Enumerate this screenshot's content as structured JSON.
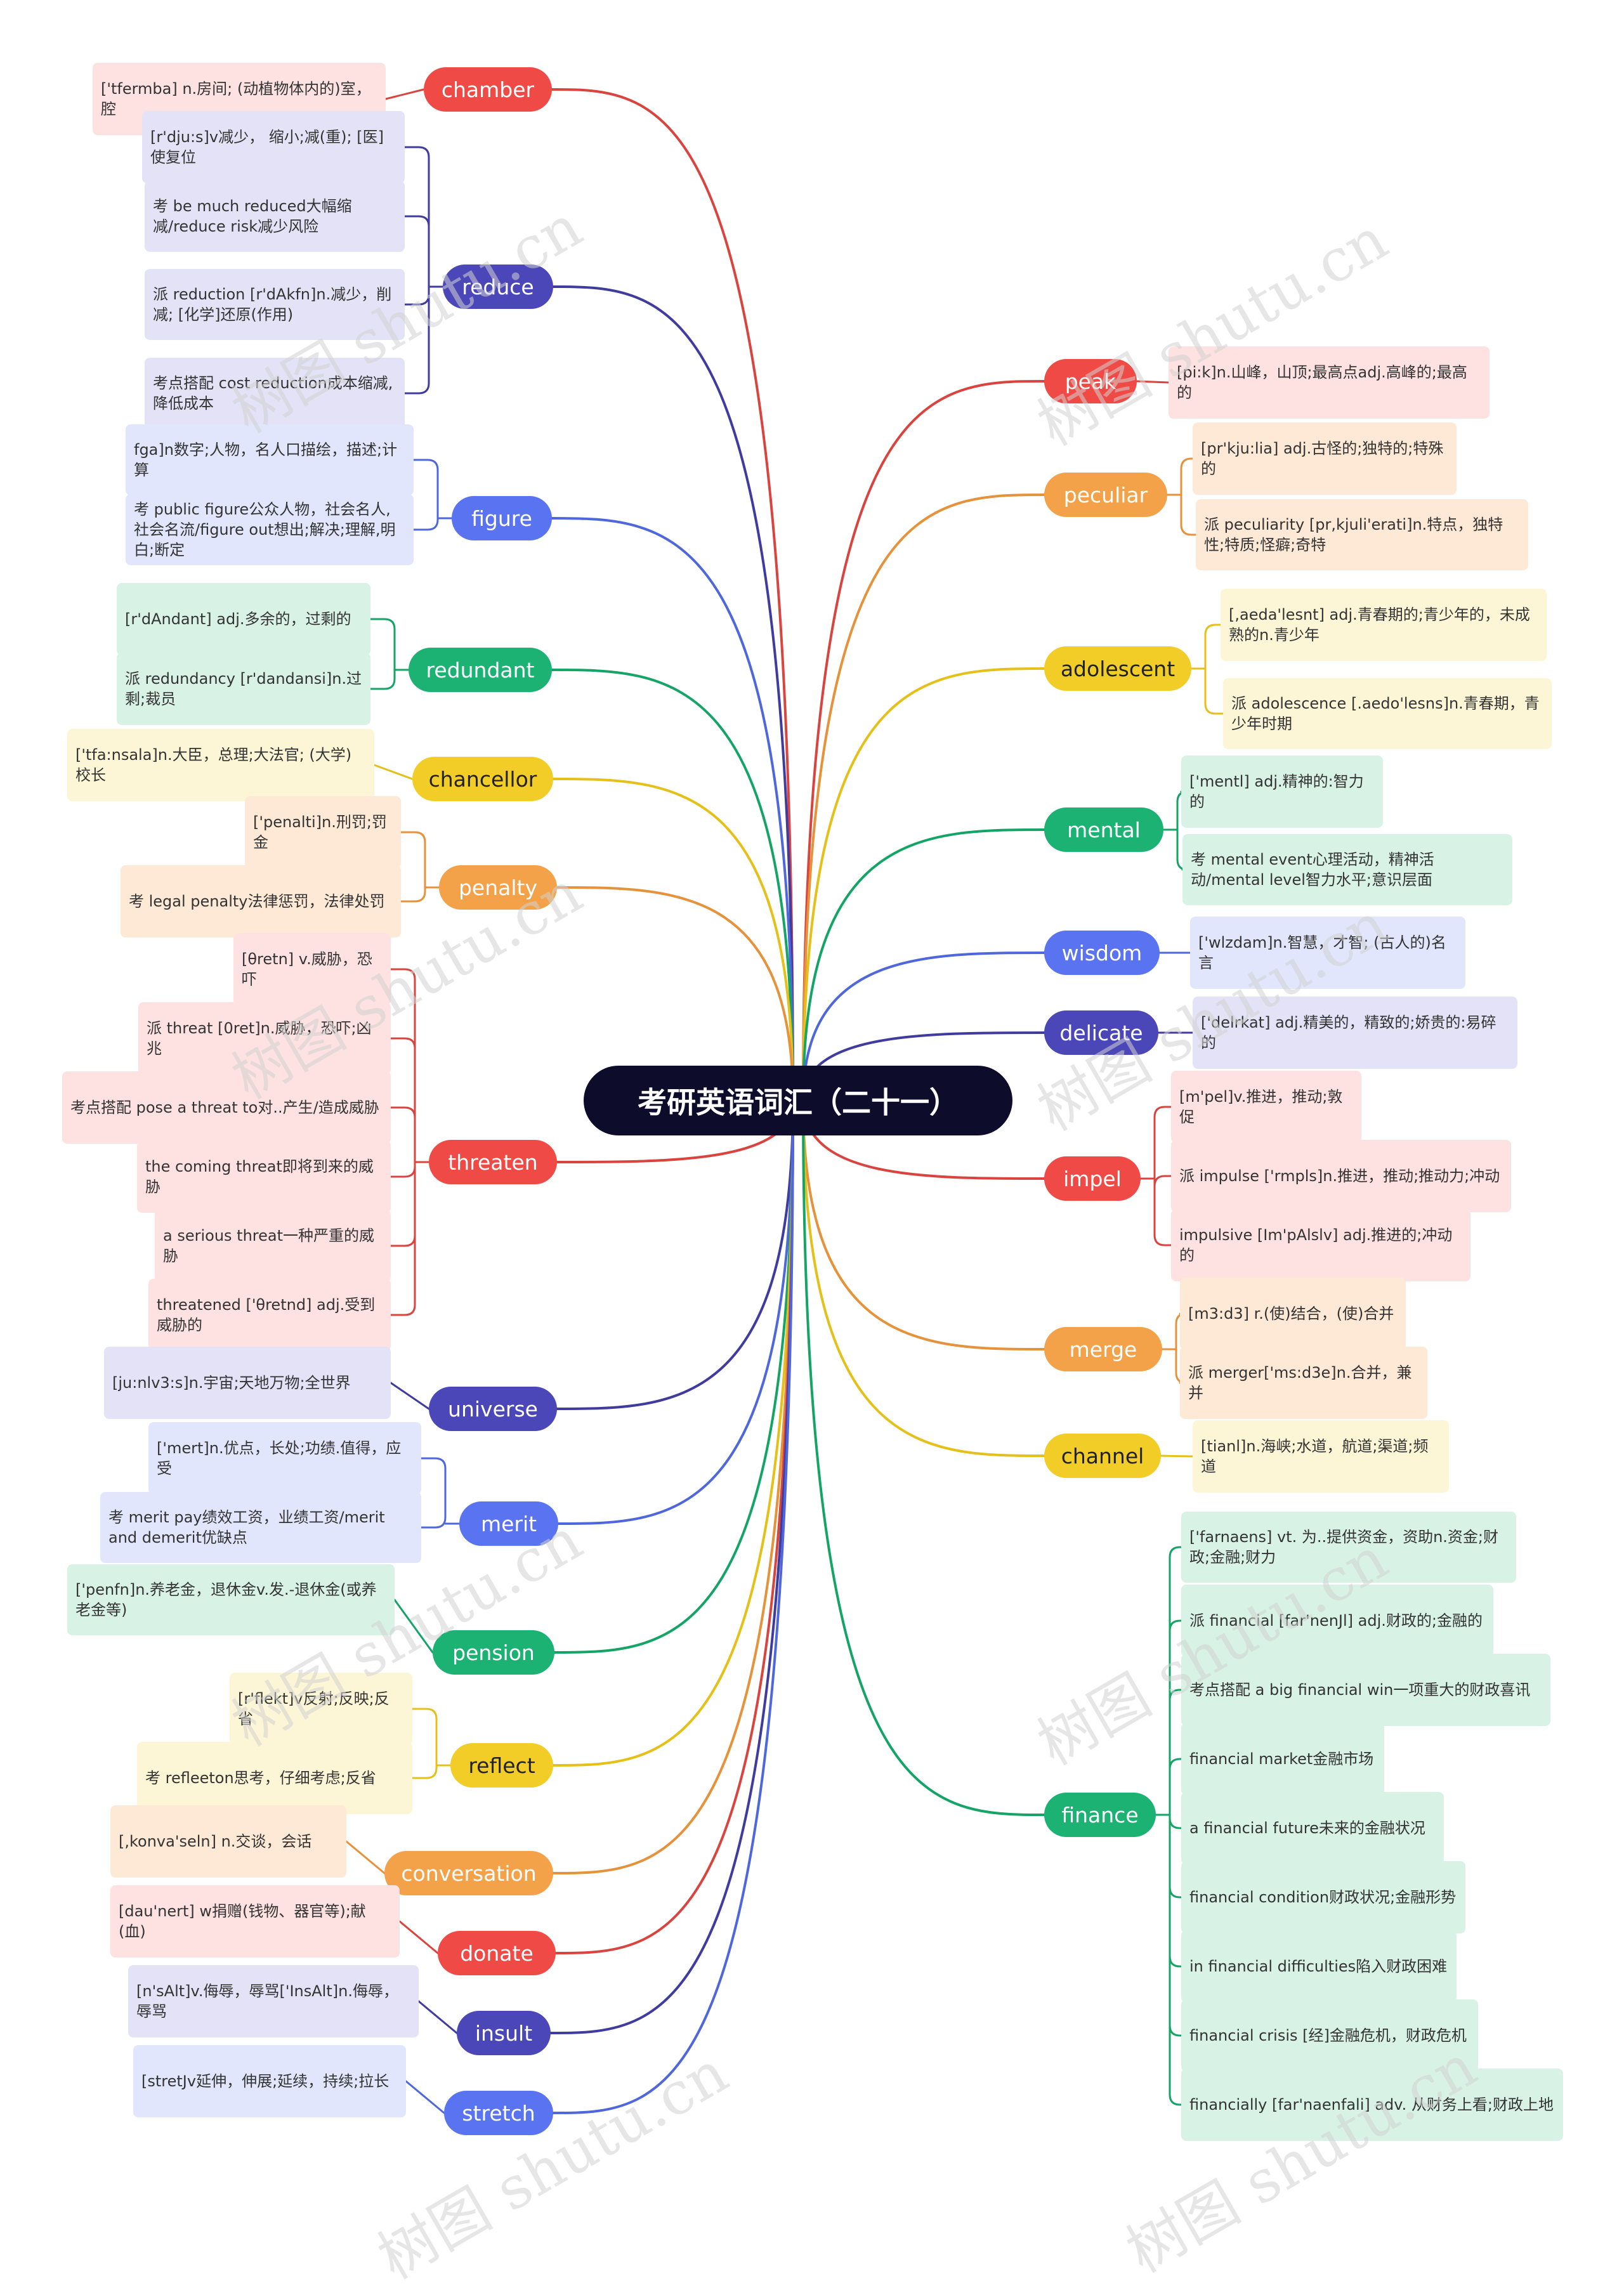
{
  "title": "考研英语词汇（二十一）",
  "watermark": "树图 shutu.cn",
  "colors": {
    "red": {
      "node": "#ef4a45",
      "leaf": "#fde2e1",
      "line": "#d9443f"
    },
    "indigo": {
      "node": "#4b47b8",
      "leaf": "#e4e2f6",
      "line": "#3f3b9f"
    },
    "blue": {
      "node": "#5a73f0",
      "leaf": "#e1e6fc",
      "line": "#4f67dd"
    },
    "green": {
      "node": "#1cb273",
      "leaf": "#d8f3e6",
      "line": "#14a466"
    },
    "yellow": {
      "node": "#f2cd28",
      "leaf": "#fdf6d6",
      "line": "#e4c018"
    },
    "orange": {
      "node": "#f3a24a",
      "leaf": "#fde9d5",
      "line": "#e5923a"
    }
  },
  "topics": [
    {
      "label": "chamber",
      "color": "red",
      "items": [
        "['tfermba] n.房间; (动植物体内的)室，腔"
      ]
    },
    {
      "label": "reduce",
      "color": "indigo",
      "items": [
        "[r'dju:s]v减少， 缩小;减(重); [医]使复位",
        "考 be much reduced大幅缩减/reduce risk减少风险",
        "派 reduction [r'dAkfn]n.减少，削减; [化学]还原(作用)",
        "考点搭配 cost reduction成本缩减,降低成本"
      ]
    },
    {
      "label": "figure",
      "color": "blue",
      "items": [
        "fga]n数字;人物，名人口描绘，描述;计算",
        "考 public figure公众人物，社会名人,社会名流/figure out想出;解决;理解,明白;断定"
      ]
    },
    {
      "label": "redundant",
      "color": "green",
      "items": [
        "[r'dAndant] adj.多余的，过剩的",
        "派 redundancy [r'dandansi]n.过剩;裁员"
      ]
    },
    {
      "label": "chancellor",
      "color": "yellow",
      "items": [
        "['tfa:nsala]n.大臣，总理;大法官; (大学)校长"
      ]
    },
    {
      "label": "penalty",
      "color": "orange",
      "items": [
        "['penalti]n.刑罚;罚金",
        "考 legal penalty法律惩罚，法律处罚"
      ]
    },
    {
      "label": "threaten",
      "color": "red",
      "items": [
        "[θretn] v.威胁，恐吓",
        "派 threat [0ret]n.威胁，恐吓;凶兆",
        "考点搭配 pose a threat to对..产生/造成威胁",
        "the coming threat即将到来的威胁",
        "a serious threat一种严重的威胁",
        "threatened ['θretnd] adj.受到威胁的"
      ]
    },
    {
      "label": "universe",
      "color": "indigo",
      "items": [
        "[ju:nlv3:s]n.宇宙;天地万物;全世界"
      ]
    },
    {
      "label": "merit",
      "color": "blue",
      "items": [
        "['mert]n.优点，长处;功绩.值得，应受",
        "考 merit pay绩效工资，业绩工资/merit and demerit优缺点"
      ]
    },
    {
      "label": "pension",
      "color": "green",
      "items": [
        "['penfn]n.养老金，退休金v.发.-退休金(或养老金等)"
      ]
    },
    {
      "label": "reflect",
      "color": "yellow",
      "items": [
        "[r'flekt]v反射;反映;反省",
        "考 refleeton思考，仔细考虑;反省"
      ]
    },
    {
      "label": "conversation",
      "color": "orange",
      "items": [
        "[,konva'seln] n.交谈，会话"
      ]
    },
    {
      "label": "donate",
      "color": "red",
      "items": [
        "[dau'nert] w捐赠(钱物、器官等);献(血)"
      ]
    },
    {
      "label": "insult",
      "color": "indigo",
      "items": [
        "[n'sAlt]v.侮辱，辱骂['InsAlt]n.侮辱，辱骂"
      ]
    },
    {
      "label": "stretch",
      "color": "blue",
      "items": [
        "[stretJv延伸，伸展;延续，持续;拉长"
      ]
    },
    {
      "label": "peak",
      "color": "red",
      "items": [
        "[pi:k]n.山峰，山顶;最高点adj.高峰的;最高的"
      ]
    },
    {
      "label": "peculiar",
      "color": "orange",
      "items": [
        "[pr'kju:lia] adj.古怪的;独特的;特殊的",
        "派 peculiarity [pr,kjuli'erati]n.特点，独特性;特质;怪癖;奇特"
      ]
    },
    {
      "label": "adolescent",
      "color": "yellow",
      "items": [
        "[,aeda'lesnt] adj.青春期的;青少年的，未成熟的n.青少年",
        "派 adolescence [.aedo'lesns]n.青春期，青少年时期"
      ]
    },
    {
      "label": "mental",
      "color": "green",
      "items": [
        "['mentl] adj.精神的:智力的",
        "考 mental event心理活动，精神活动/mental level智力水平;意识层面"
      ]
    },
    {
      "label": "wisdom",
      "color": "blue",
      "items": [
        "['wlzdam]n.智慧，才智; (古人的)名言"
      ]
    },
    {
      "label": "delicate",
      "color": "indigo",
      "items": [
        "['delrkat] adj.精美的，精致的;娇贵的:易碎的"
      ]
    },
    {
      "label": "impel",
      "color": "red",
      "items": [
        "[m'pel]v.推进，推动;敦促",
        "派 impulse ['rmpls]n.推进，推动;推动力;冲动",
        "impulsive [Im'pAlslv] adj.推进的;冲动的"
      ]
    },
    {
      "label": "merge",
      "color": "orange",
      "items": [
        "[m3:d3] r.(使)结合，(使)合并",
        "派 merger['ms:d3e]n.合并，兼并"
      ]
    },
    {
      "label": "channel",
      "color": "yellow",
      "items": [
        "[tianl]n.海峡;水道，航道;渠道;频道"
      ]
    },
    {
      "label": "finance",
      "color": "green",
      "items": [
        "['farnaens] vt. 为..提供资金，资助n.资金;财政;金融;财力",
        "派 financial [far'nenJl] adj.财政的;金融的",
        "考点搭配 a big financial win一项重大的财政喜讯",
        "financial market金融市场",
        "a financial future未来的金融状况",
        "financial condition财政状况;金融形势",
        "in financial difficulties陷入财政困难",
        "financial crisis [经]金融危机，财政危机",
        "financially [far'naenfali] adv. 从财务上看;财政上地"
      ]
    }
  ]
}
